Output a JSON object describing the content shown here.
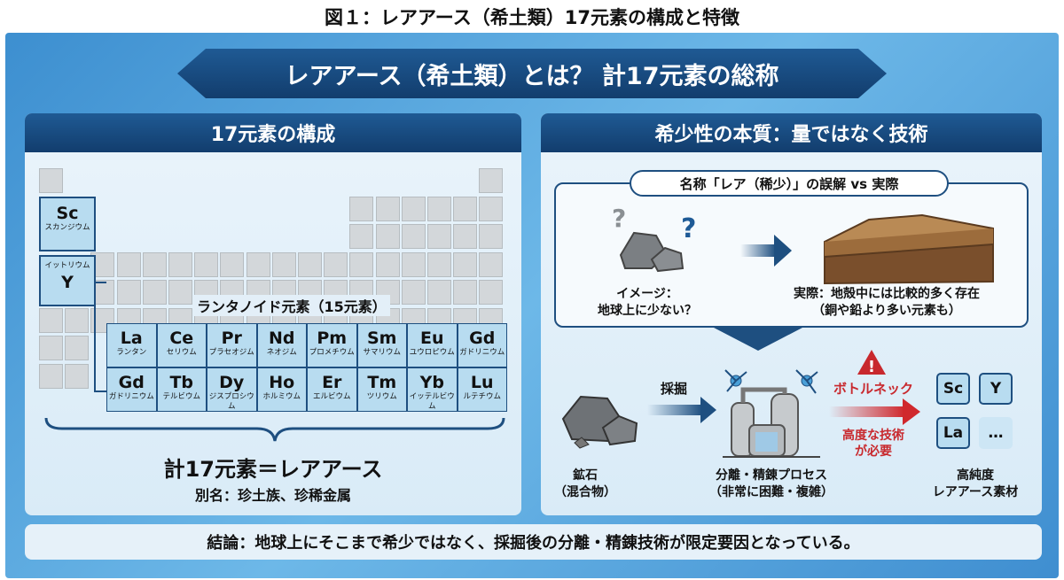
{
  "title": "図１：レアアース（希土類）17元素の構成と特徴",
  "banner": "レアアース（希土類）とは？ 計17元素の総称",
  "left": {
    "header": "17元素の構成",
    "sc": {
      "symbol": "Sc",
      "name": "スカンジウム"
    },
    "y": {
      "symbol": "Y",
      "name": "イットリウム"
    },
    "lanthanoid_label": "ランタノイド元素（15元素）",
    "row1": [
      {
        "symbol": "La",
        "name": "ランタン"
      },
      {
        "symbol": "Ce",
        "name": "セリウム"
      },
      {
        "symbol": "Pr",
        "name": "プラセオジム"
      },
      {
        "symbol": "Nd",
        "name": "ネオジム"
      },
      {
        "symbol": "Pm",
        "name": "プロメチウム"
      },
      {
        "symbol": "Sm",
        "name": "サマリウム"
      },
      {
        "symbol": "Eu",
        "name": "ユウロピウム"
      },
      {
        "symbol": "Gd",
        "name": "ガドリニウム"
      }
    ],
    "row2": [
      {
        "symbol": "Gd",
        "name": "ガドリニウム"
      },
      {
        "symbol": "Tb",
        "name": "テルビウム"
      },
      {
        "symbol": "Dy",
        "name": "ジスプロシウム"
      },
      {
        "symbol": "Ho",
        "name": "ホルミウム"
      },
      {
        "symbol": "Er",
        "name": "エルビウム"
      },
      {
        "symbol": "Tm",
        "name": "ツリウム"
      },
      {
        "symbol": "Yb",
        "name": "イッテルビウム"
      },
      {
        "symbol": "Lu",
        "name": "ルテチウム"
      }
    ],
    "total": "計17元素＝レアアース",
    "alias": "別名：珍土族、珍稀金属"
  },
  "right": {
    "header": "希少性の本質：量ではなく技術",
    "box_title": "名称「レア（稀少）」の誤解 vs 実際",
    "image_label": "イメージ：\n地球上に少ない？",
    "reality_label": "実際：地殻中には比較的多く存在\n（銅や鉛より多い元素も）",
    "ore": "鉱石\n（混合物）",
    "mining": "採掘",
    "process": "分離・精錬プロセス\n（非常に困難・複雑）",
    "bottleneck": "ボトルネック",
    "tech": "高度な技術\nが必要",
    "tiles": [
      "Sc",
      "Y",
      "La",
      "…"
    ],
    "product": "高純度\nレアアース素材"
  },
  "conclusion": "結論：地球上にそこまで希少ではなく、採掘後の分離・精錬技術が限定要因となっている。"
}
